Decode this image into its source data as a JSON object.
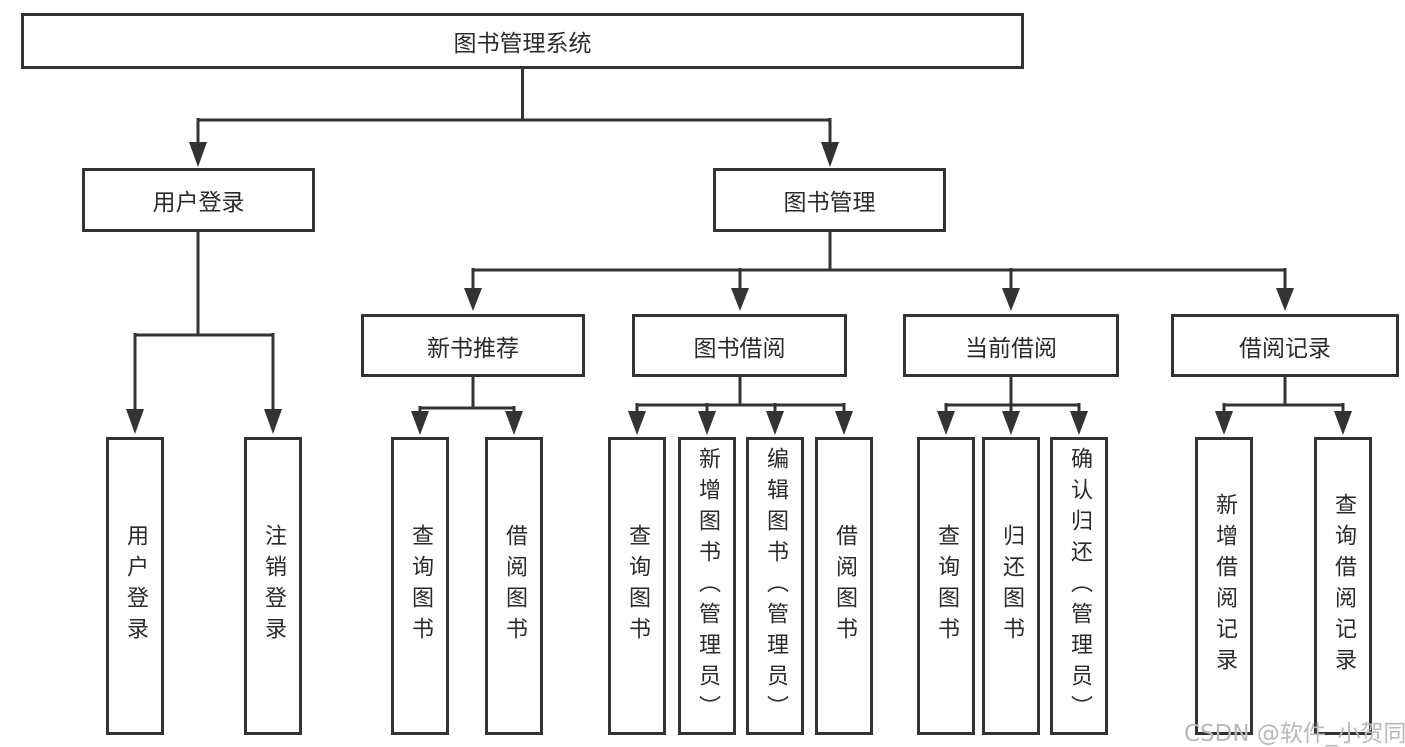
{
  "diagram": {
    "root": {
      "label": "图书管理系统"
    },
    "branches": [
      {
        "label": "用户登录",
        "children": [
          {
            "label": "用户登录"
          },
          {
            "label": "注销登录"
          }
        ]
      },
      {
        "label": "图书管理",
        "children": [
          {
            "label": "新书推荐",
            "children": [
              {
                "label": "查询图书"
              },
              {
                "label": "借阅图书"
              }
            ]
          },
          {
            "label": "图书借阅",
            "children": [
              {
                "label": "查询图书"
              },
              {
                "label": "新增图书（管理员）"
              },
              {
                "label": "编辑图书（管理员）"
              },
              {
                "label": "借阅图书"
              }
            ]
          },
          {
            "label": "当前借阅",
            "children": [
              {
                "label": "查询图书"
              },
              {
                "label": "归还图书"
              },
              {
                "label": "确认归还（管理员）"
              }
            ]
          },
          {
            "label": "借阅记录",
            "children": [
              {
                "label": "新增借阅记录"
              },
              {
                "label": "查询借阅记录"
              }
            ]
          }
        ]
      }
    ]
  },
  "watermark": {
    "text": "CSDN @软件_小贺同学"
  },
  "colors": {
    "line": "#333333",
    "text": "#2b2b2b",
    "box_bg": "#ffffff",
    "watermark": "#b9b9b9"
  }
}
